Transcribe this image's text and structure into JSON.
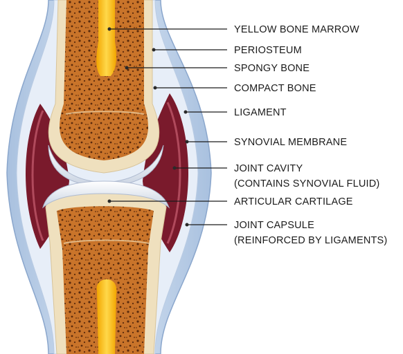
{
  "labels": {
    "yellow_marrow": "YELLOW BONE MARROW",
    "periosteum": "PERIOSTEUM",
    "spongy_bone": "SPONGY BONE",
    "compact_bone": "COMPACT BONE",
    "ligament": "LIGAMENT",
    "synovial_membrane": "SYNOVIAL MEMBRANE",
    "joint_cavity_line1": "JOINT CAVITY",
    "joint_cavity_line2": "(CONTAINS SYNOVIAL FLUID)",
    "articular_cartilage": "ARTICULAR CARTILAGE",
    "joint_capsule_line1": "JOINT CAPSULE",
    "joint_capsule_line2": "(REINFORCED BY LIGAMENTS)"
  },
  "colors": {
    "capsule_outer": "#bcd0e8",
    "capsule_inner": "#e3ecf7",
    "synovial": "#7a1a2c",
    "compact_bone": "#efe0be",
    "spongy_bone": "#c9742a",
    "marrow": "#f5b400",
    "cartilage": "#eef2f8"
  }
}
